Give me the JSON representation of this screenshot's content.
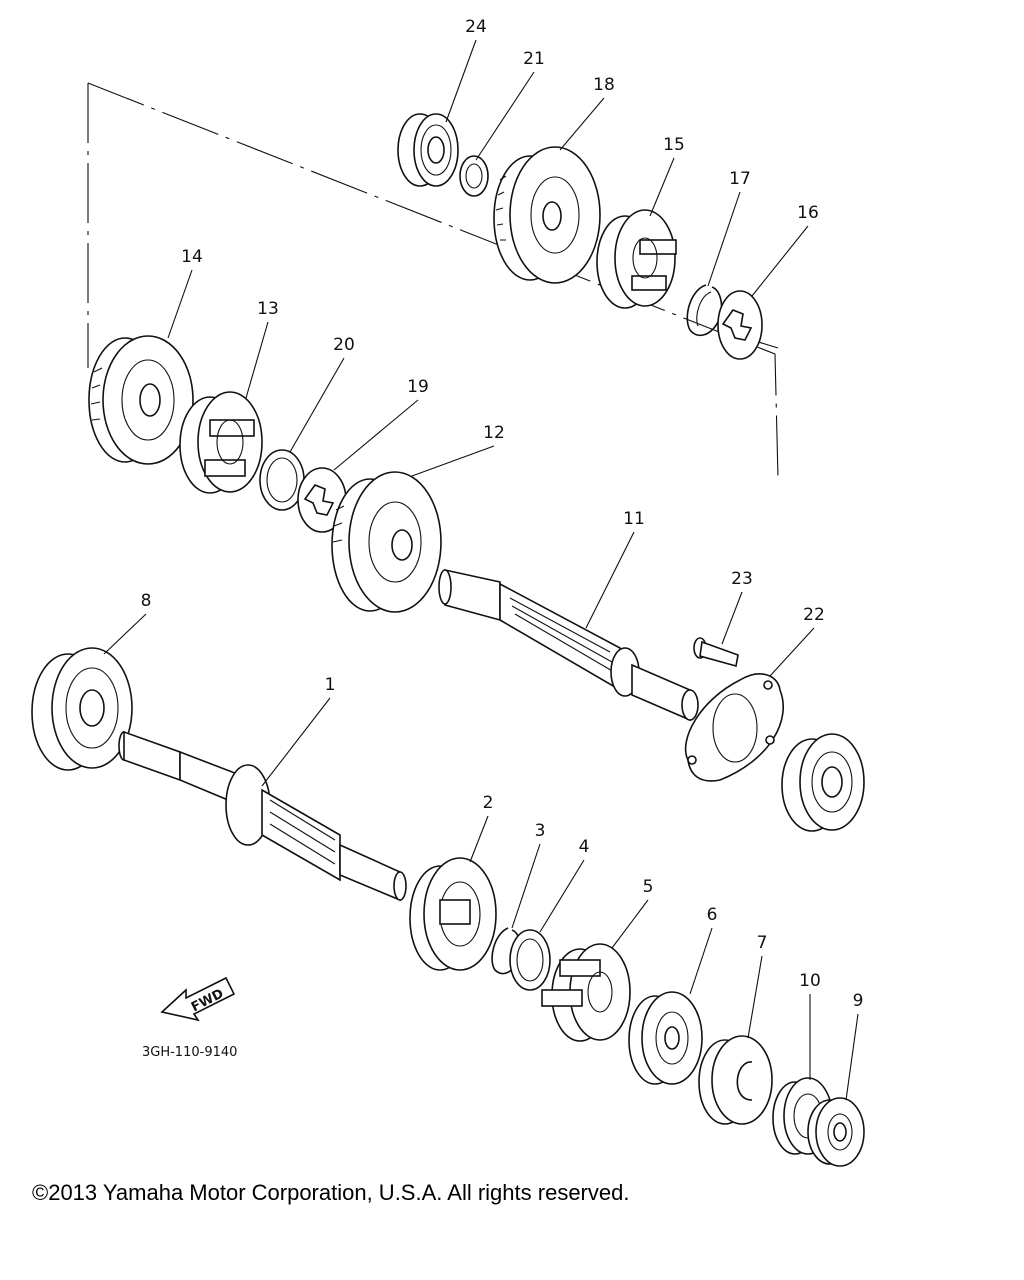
{
  "diagram": {
    "parts": [
      {
        "id": "24",
        "label": "24"
      },
      {
        "id": "21",
        "label": "21"
      },
      {
        "id": "18",
        "label": "18"
      },
      {
        "id": "15",
        "label": "15"
      },
      {
        "id": "17",
        "label": "17"
      },
      {
        "id": "16",
        "label": "16"
      },
      {
        "id": "14",
        "label": "14"
      },
      {
        "id": "13",
        "label": "13"
      },
      {
        "id": "20",
        "label": "20"
      },
      {
        "id": "19",
        "label": "19"
      },
      {
        "id": "12",
        "label": "12"
      },
      {
        "id": "11",
        "label": "11"
      },
      {
        "id": "23",
        "label": "23"
      },
      {
        "id": "22",
        "label": "22"
      },
      {
        "id": "8",
        "label": "8"
      },
      {
        "id": "1",
        "label": "1"
      },
      {
        "id": "2",
        "label": "2"
      },
      {
        "id": "3",
        "label": "3"
      },
      {
        "id": "4",
        "label": "4"
      },
      {
        "id": "5",
        "label": "5"
      },
      {
        "id": "6",
        "label": "6"
      },
      {
        "id": "7",
        "label": "7"
      },
      {
        "id": "10",
        "label": "10"
      },
      {
        "id": "9",
        "label": "9"
      }
    ],
    "fwd_label": "FWD",
    "diagram_code": "3GH-110-9140"
  },
  "footer": {
    "copyright": "©2013 Yamaha Motor Corporation, U.S.A. All rights reserved."
  }
}
